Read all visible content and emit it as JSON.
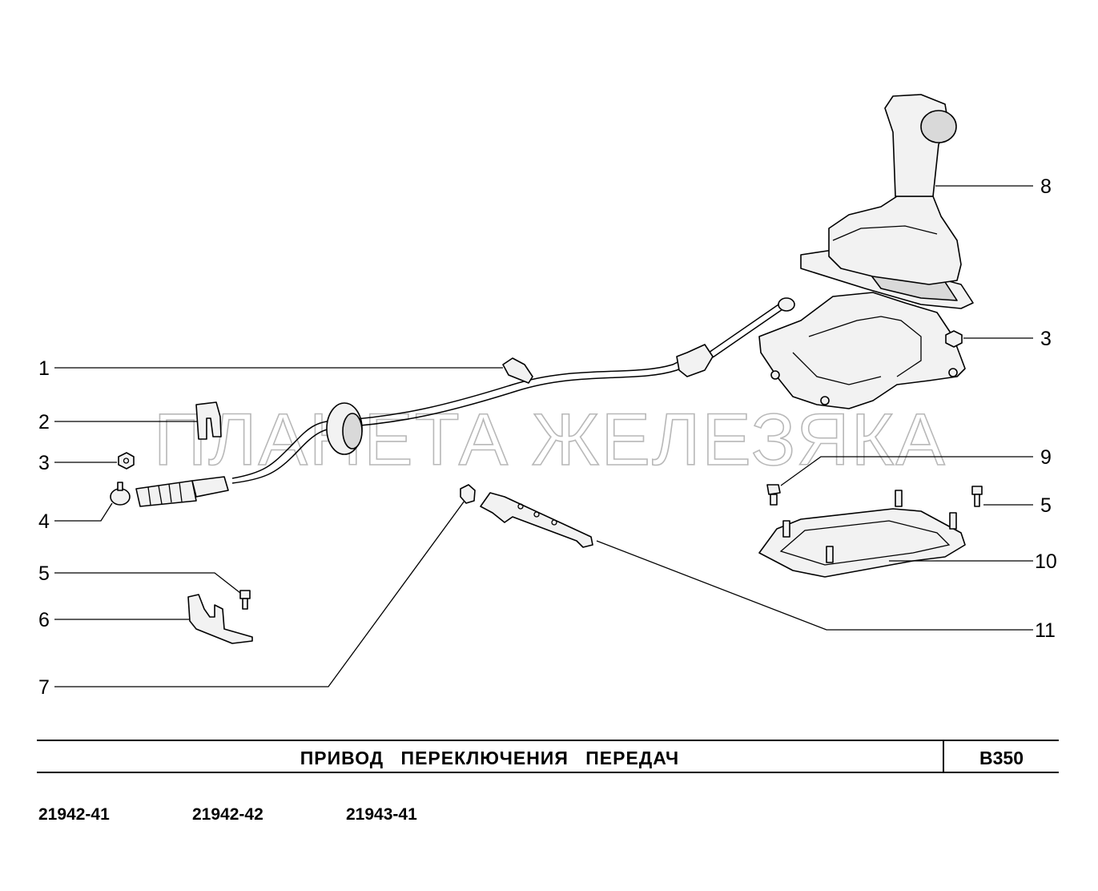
{
  "title": "ПРИВОД   ПЕРЕКЛЮЧЕНИЯ   ПЕРЕДАЧ",
  "diagram_code": "B350",
  "models": [
    "21942-41",
    "21942-42",
    "21943-41"
  ],
  "watermark": "ПЛАНЕТА ЖЕЛЕЗЯКА",
  "callouts": {
    "c1": "1",
    "c2": "2",
    "c3_left": "3",
    "c4": "4",
    "c5_left": "5",
    "c6": "6",
    "c7": "7",
    "c8": "8",
    "c3_right": "3",
    "c9": "9",
    "c5_right": "5",
    "c10": "10",
    "c11": "11"
  }
}
